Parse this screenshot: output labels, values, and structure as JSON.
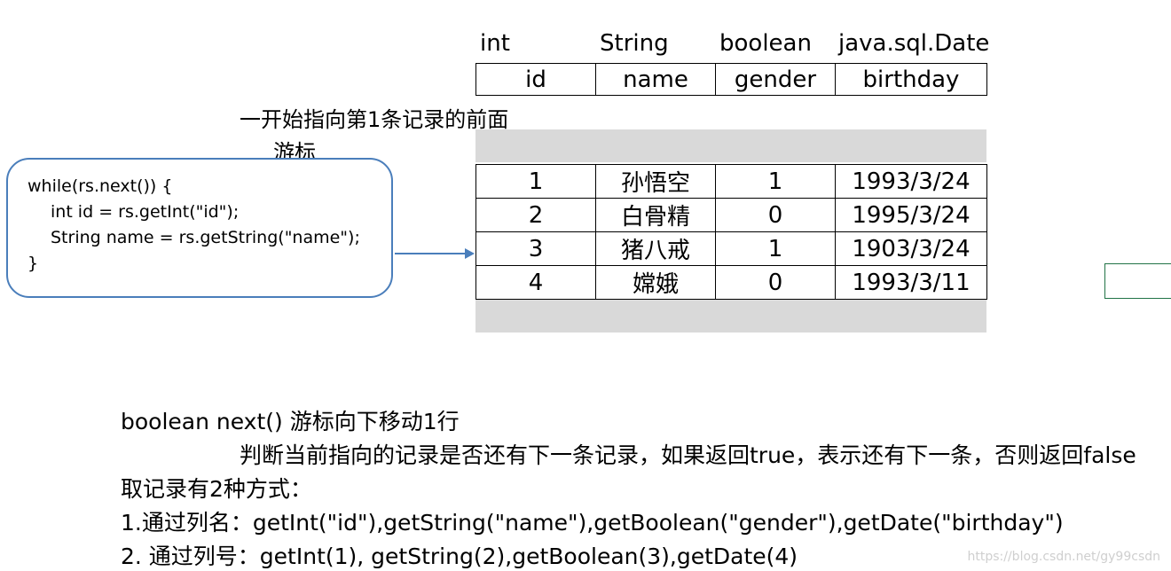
{
  "column_types": [
    "int",
    "String",
    "boolean",
    "java.sql.Date"
  ],
  "headers": [
    "id",
    "name",
    "gender",
    "birthday"
  ],
  "cursor_note": "一开始指向第1条记录的前面",
  "cursor_label": "游标",
  "code_lines": [
    "while(rs.next()) {",
    "int id = rs.getInt(\"id\");",
    "String name = rs.getString(\"name\");",
    "}"
  ],
  "rows": [
    [
      "1",
      "孙悟空",
      "1",
      "1993/3/24"
    ],
    [
      "2",
      "白骨精",
      "0",
      "1995/3/24"
    ],
    [
      "3",
      "猪八戒",
      "1",
      "1903/3/24"
    ],
    [
      "4",
      "嫦娥",
      "0",
      "1993/3/11"
    ]
  ],
  "description": {
    "line1": "boolean next() 游标向下移动1行",
    "line2": "判断当前指向的记录是否还有下一条记录，如果返回true，表示还有下一条，否则返回false",
    "line3": "取记录有2种方式：",
    "line4": "1.通过列名：getInt(\"id\"),getString(\"name\"),getBoolean(\"gender\"),getDate(\"birthday\")",
    "line5": "2. 通过列号：getInt(1), getString(2),getBoolean(3),getDate(4)"
  },
  "watermark": "https://blog.csdn.net/gy99csdn",
  "colors": {
    "box_border": "#4a7ebb",
    "band": "#d9d9d9",
    "green": "#217346"
  }
}
